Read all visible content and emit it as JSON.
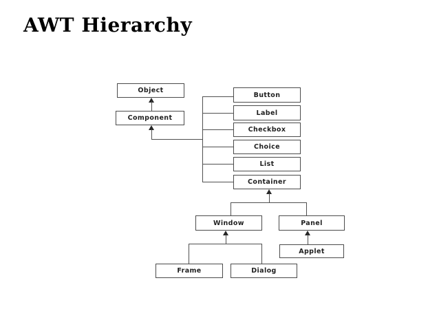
{
  "title": "AWT Hierarchy",
  "colors": {
    "background": "#ffffff",
    "box_border": "#4a4a4a",
    "line": "#4f4f4f",
    "text": "#1f1f1f",
    "title_text": "#000000"
  },
  "diagram": {
    "nodes": {
      "object": {
        "label": "Object"
      },
      "component": {
        "label": "Component"
      },
      "button": {
        "label": "Button"
      },
      "label": {
        "label": "Label"
      },
      "checkbox": {
        "label": "Checkbox"
      },
      "choice": {
        "label": "Choice"
      },
      "list": {
        "label": "List"
      },
      "container": {
        "label": "Container"
      },
      "window": {
        "label": "Window"
      },
      "panel": {
        "label": "Panel"
      },
      "applet": {
        "label": "Applet"
      },
      "frame": {
        "label": "Frame"
      },
      "dialog": {
        "label": "Dialog"
      }
    },
    "edges": [
      {
        "from": "Component",
        "to": "Object"
      },
      {
        "from": "Button",
        "to": "Component"
      },
      {
        "from": "Label",
        "to": "Component"
      },
      {
        "from": "Checkbox",
        "to": "Component"
      },
      {
        "from": "Choice",
        "to": "Component"
      },
      {
        "from": "List",
        "to": "Component"
      },
      {
        "from": "Container",
        "to": "Component"
      },
      {
        "from": "Window",
        "to": "Container"
      },
      {
        "from": "Panel",
        "to": "Container"
      },
      {
        "from": "Frame",
        "to": "Window"
      },
      {
        "from": "Dialog",
        "to": "Window"
      },
      {
        "from": "Applet",
        "to": "Panel"
      }
    ]
  }
}
